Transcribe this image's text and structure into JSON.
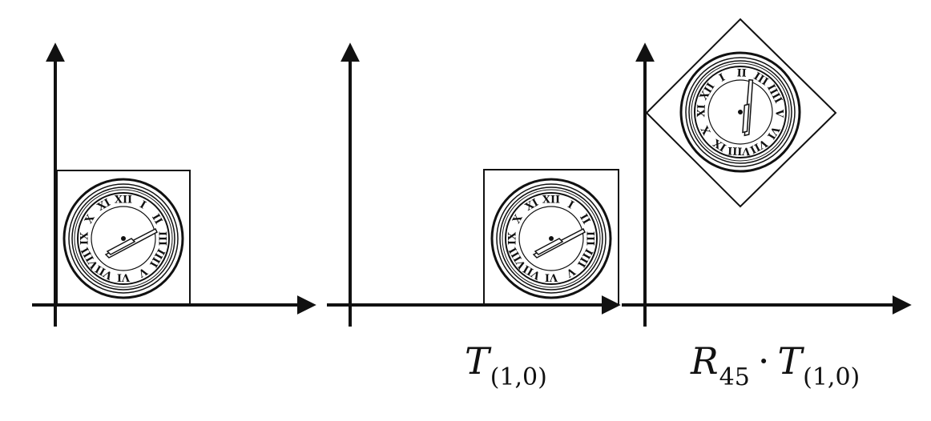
{
  "panels": [
    {
      "id": "original",
      "caption": null
    },
    {
      "id": "translated",
      "caption": {
        "op": "T",
        "sub": "(1,0)"
      }
    },
    {
      "id": "rotated-translated",
      "caption": {
        "op1": "R",
        "sub1": "45",
        "dot": "·",
        "op2": "T",
        "sub2": "(1,0)"
      }
    }
  ],
  "clock": {
    "numerals": [
      "XII",
      "I",
      "II",
      "III",
      "IIII",
      "V",
      "VI",
      "VII",
      "VIII",
      "IX",
      "X",
      "XI"
    ]
  },
  "colors": {
    "ink": "#111111",
    "background": "#ffffff"
  }
}
